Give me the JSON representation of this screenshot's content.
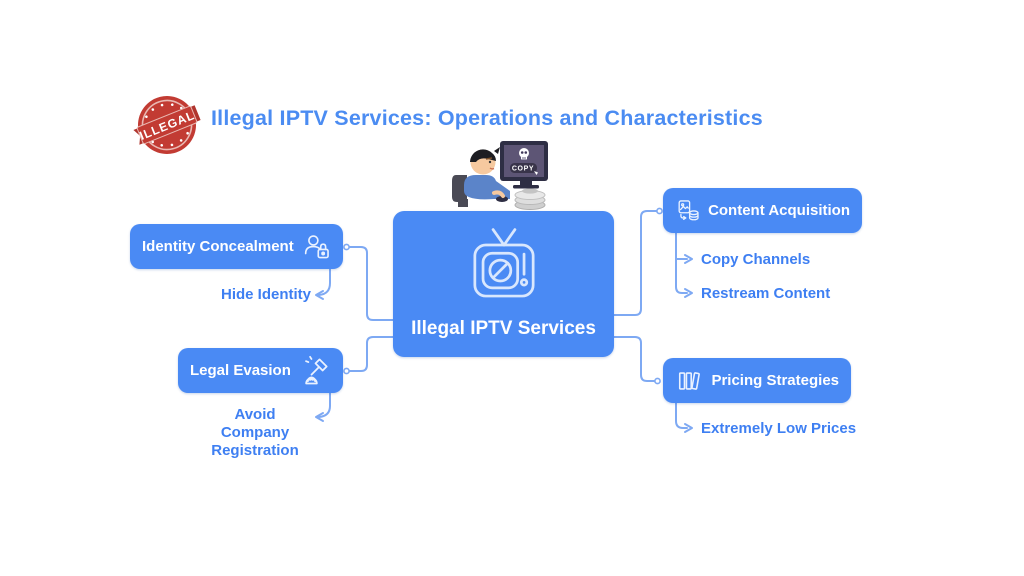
{
  "title": {
    "badge": "ILLEGAL",
    "text": "Illegal IPTV Services: Operations and Characteristics"
  },
  "center": {
    "label": "Illegal IPTV Services",
    "monitor_label": "COPY"
  },
  "branches": [
    {
      "id": "identity-concealment",
      "label": "Identity Concealment",
      "icon": "user-lock-icon",
      "children": [
        "Hide Identity"
      ]
    },
    {
      "id": "legal-evasion",
      "label": "Legal Evasion",
      "icon": "gavel-icon",
      "children": [
        "Avoid Company Registration"
      ]
    },
    {
      "id": "content-acquisition",
      "label": "Content Acquisition",
      "icon": "file-database-icon",
      "children": [
        "Copy Channels",
        "Restream Content"
      ]
    },
    {
      "id": "pricing-strategies",
      "label": "Pricing Strategies",
      "icon": "bar-chart-icon",
      "children": [
        "Extremely Low Prices"
      ]
    }
  ],
  "colors": {
    "node_blue": "#4a8af4",
    "sub_text_blue": "#3e7ff2",
    "connector_blue": "#7ea9f3",
    "title_blue": "#4b8cf2",
    "stamp_red": "#c23b33"
  }
}
